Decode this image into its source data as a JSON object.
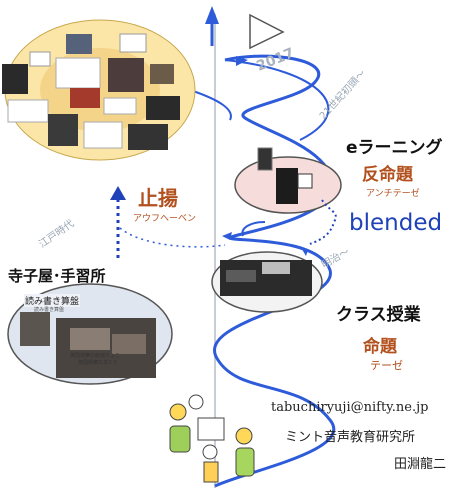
{
  "year_label": "2017",
  "eras": {
    "century21": "21世紀初頭～",
    "meiji": "明治～",
    "edo": "江戸時代"
  },
  "elearning": {
    "title": "eラーニング",
    "thesis": "反命題",
    "reading": "アンチテーゼ"
  },
  "classroom": {
    "title": "クラス授業",
    "thesis": "命題",
    "reading": "テーゼ"
  },
  "terakoya": {
    "title": "寺子屋･手習所",
    "caption1": "読み書き算盤",
    "caption2": "読み書き算盤",
    "caption3": "英国視察の絵画ちょこ",
    "caption4": "英国視察のあたり"
  },
  "synthesis": {
    "title": "止揚",
    "reading": "アウフヘーベン"
  },
  "blended": "blended",
  "credits": {
    "email": "tabuchiryuji@nifty.ne.jp",
    "org": "ミント音声教育研究所",
    "name": "田淵龍二"
  },
  "colors": {
    "spiral": "#2d5bd9",
    "axis": "#c8ccd4",
    "ellipse_fill": "#f7dcdc",
    "ellipse_stroke": "#555555",
    "blended_dots": "#1f42b8",
    "orange": "#b2501e",
    "top_ellipse": "#f3c86a"
  },
  "icons": {
    "play": "play-triangle-icon",
    "arrow": "up-arrow-icon",
    "cartoon": "cartoon-students-icon"
  }
}
